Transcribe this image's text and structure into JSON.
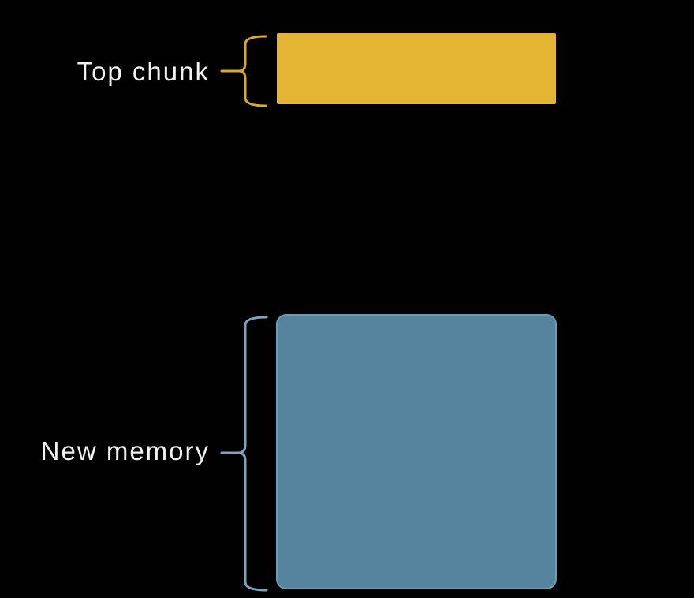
{
  "diagram": {
    "type": "annotated-block-diagram",
    "background_color": "#000000",
    "label_text_color": "#f2f2f2",
    "items": [
      {
        "label": "Top chunk",
        "block_color": "#e3b532",
        "brace_color": "#d6aa2f"
      },
      {
        "label": "New memory",
        "block_color": "#56839e",
        "brace_color": "#7da4ba"
      }
    ]
  }
}
